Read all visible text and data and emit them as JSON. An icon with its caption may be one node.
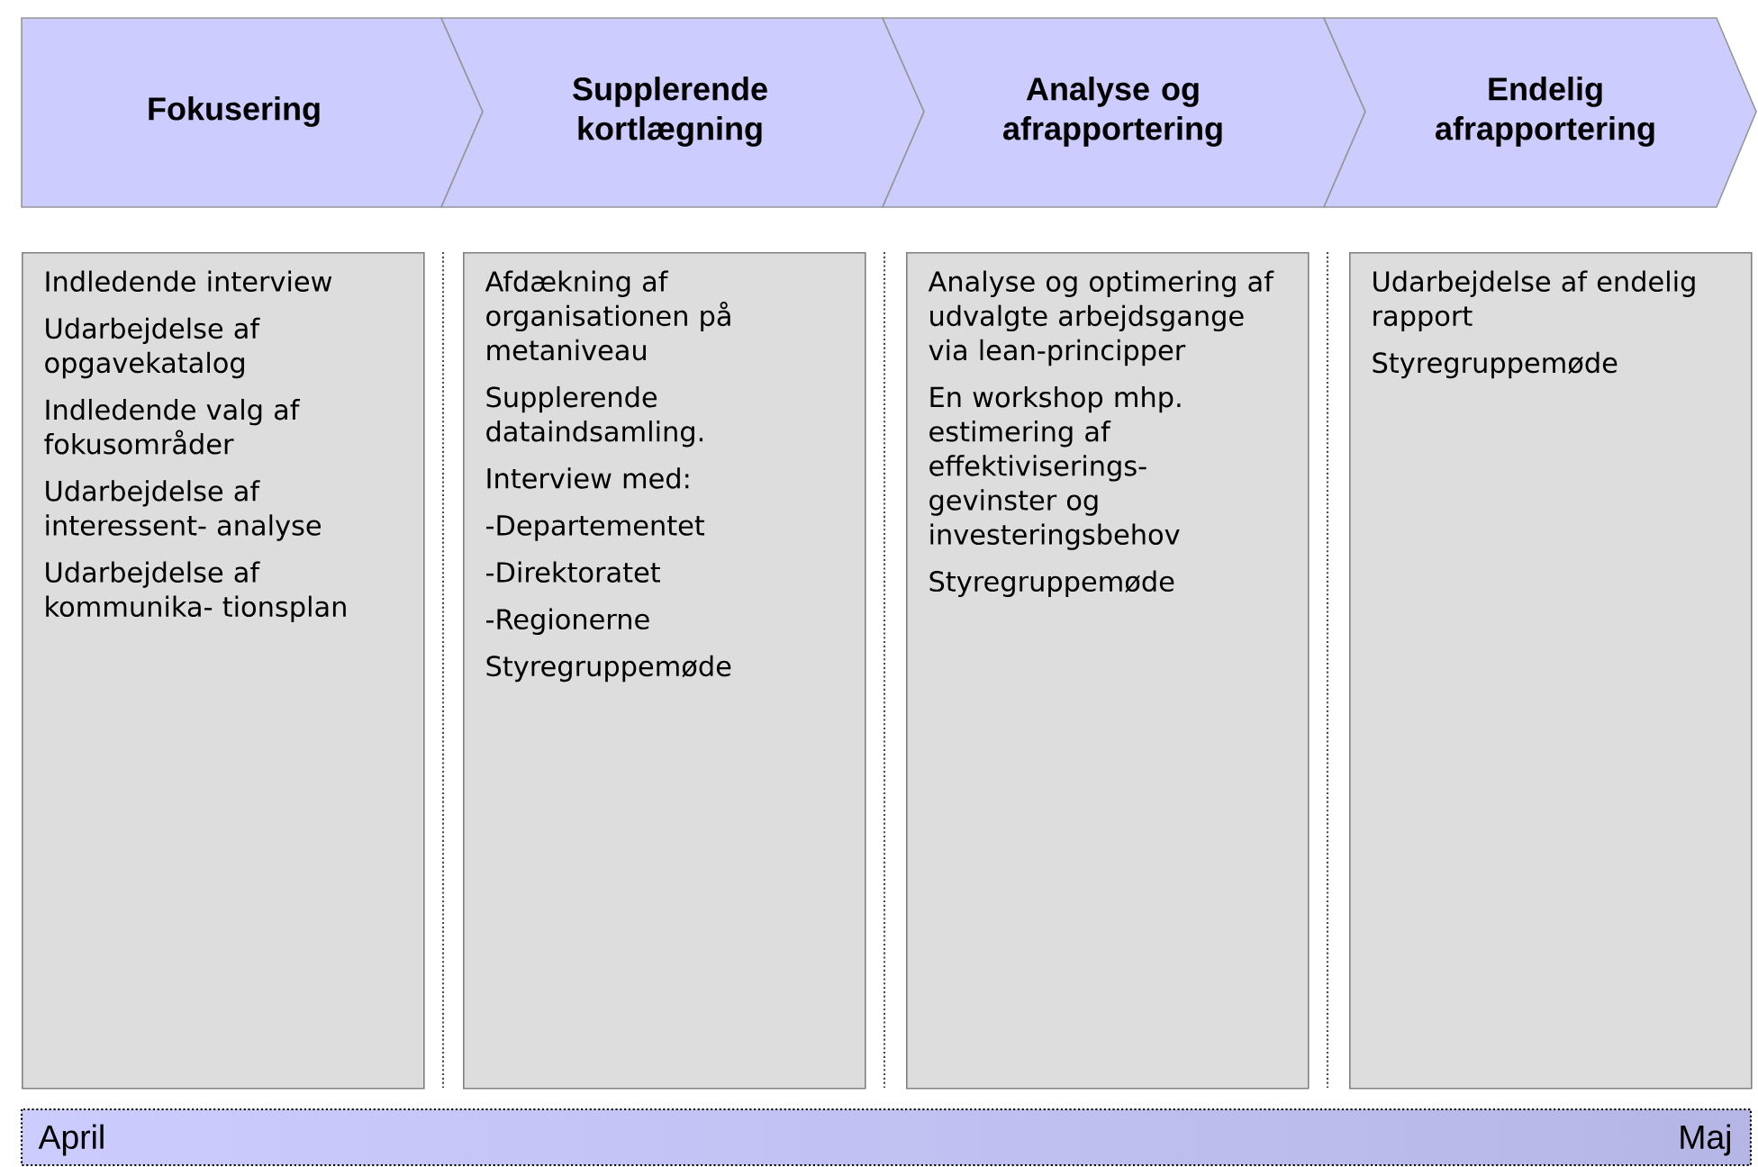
{
  "diagram": {
    "nodes": [
      {
        "text": [
          "Fokusering"
        ]
      },
      {
        "text": [
          "Supplerende kortlægning"
        ]
      },
      {
        "text": [
          "Analyse og afrapportering"
        ]
      },
      {
        "text": [
          "Endelig afrapportering"
        ]
      },
      {
        "text": [
          "Indledende interview",
          "Udarbejdelse af opgavekatalog",
          "Indledende valg af fokusområder",
          "Udarbejdelse af interessent- analyse",
          "Udarbejdelse af kommunika- tionsplan"
        ]
      },
      {
        "text": [
          "Afdækning af organisationen på metaniveau",
          "Supplerende dataindsamling.",
          "Interview med:",
          "-Departementet",
          "-Direktoratet",
          "-Regionerne",
          "Styregruppemøde"
        ]
      },
      {
        "text": [
          "Analyse og optimering af udvalgte arbejdsgange via lean-principper",
          "En workshop mhp. estimering af effektiviserings- gevinster og investeringsbehov",
          "Styregruppemøde"
        ]
      },
      {
        "text": [
          "Udarbejdelse af endelig rapport",
          "Styregruppemøde"
        ]
      },
      {
        "text": [
          "April",
          "Maj"
        ]
      }
    ]
  }
}
